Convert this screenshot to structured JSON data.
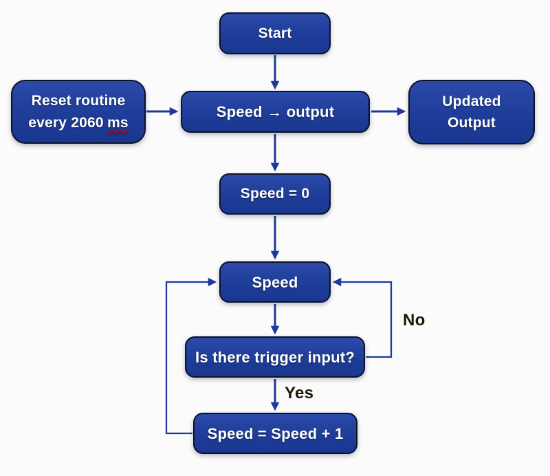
{
  "colors": {
    "background": "#fbfbfc",
    "box_fill_top": "#2b4aab",
    "box_fill": "#1e3d98",
    "box_fill_bottom": "#1a3790",
    "box_border": "#0d1126",
    "connector": "#1c3a96",
    "text": "#ffffff",
    "decision_label": "#1f1500",
    "spellcheck": "#c00000"
  },
  "nodes": {
    "start": {
      "label": "Start"
    },
    "reset": {
      "line1": "Reset routine",
      "line2_text": "every 2060",
      "line2_misspelled": "ms"
    },
    "speed_output": {
      "label": "Speed → output"
    },
    "updated_output": {
      "line1": "Updated",
      "line2": "Output"
    },
    "speed_zero": {
      "label": "Speed = 0"
    },
    "speed": {
      "label": "Speed"
    },
    "trigger": {
      "label": "Is there trigger input?"
    },
    "increment": {
      "label": "Speed = Speed + 1"
    }
  },
  "edge_labels": {
    "yes": "Yes",
    "no": "No"
  }
}
